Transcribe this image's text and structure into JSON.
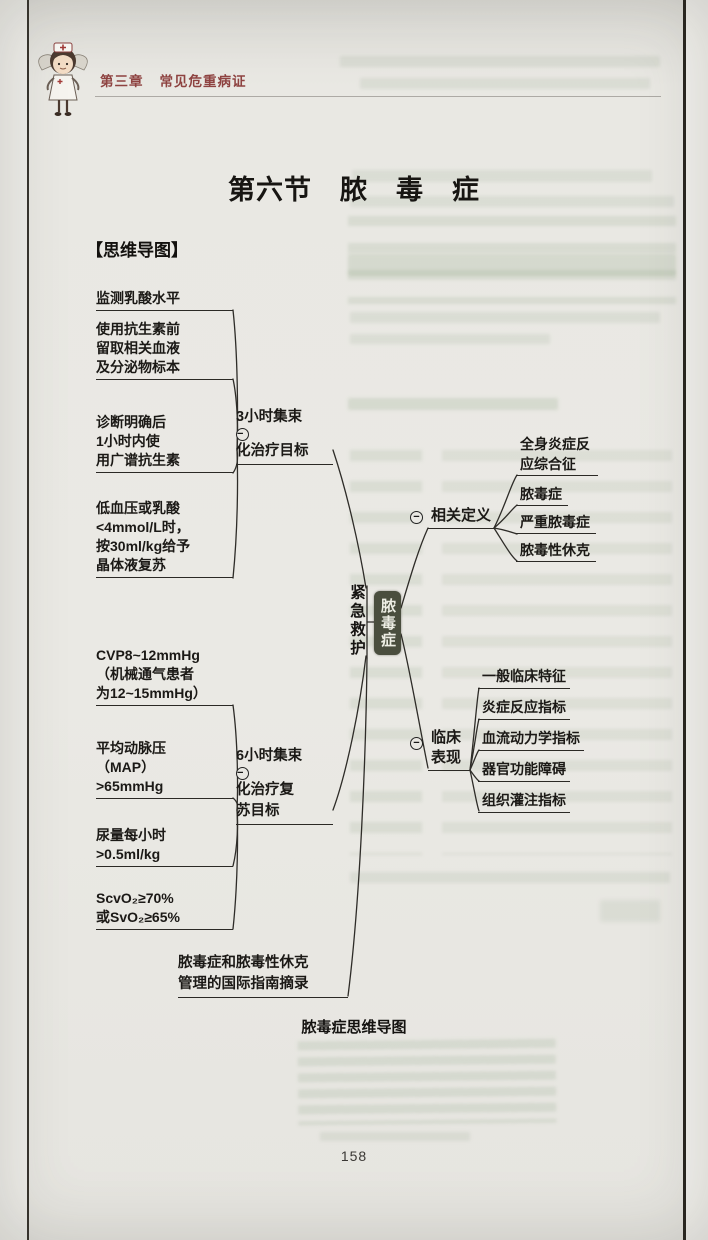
{
  "header": {
    "chapter": "第三章",
    "chapter_title": "常见危重病证"
  },
  "title": "第六节　脓　毒　症",
  "mindmap_label": "【思维导图】",
  "caption": "脓毒症思维导图",
  "page_number": "158",
  "icons": {
    "minus": "−"
  },
  "mindmap": {
    "root": "脓毒症",
    "urgent": "紧急救护",
    "b3": {
      "node": [
        "3小时集束",
        "化治疗目标"
      ],
      "leaves": [
        [
          "监测乳酸水平"
        ],
        [
          "使用抗生素前",
          "留取相关血液",
          "及分泌物标本"
        ],
        [
          "诊断明确后",
          "1小时内使",
          "用广谱抗生素"
        ],
        [
          "低血压或乳酸",
          "<4mmol/L时，",
          "按30ml/kg给予",
          "晶体液复苏"
        ]
      ]
    },
    "b6": {
      "node": [
        "6小时集束",
        "化治疗复",
        "苏目标"
      ],
      "leaves": [
        [
          "CVP8~12mmHg",
          "（机械通气患者",
          "为12~15mmHg）"
        ],
        [
          "平均动脉压",
          "（MAP）",
          ">65mmHg"
        ],
        [
          "尿量每小时",
          ">0.5ml/kg"
        ],
        [
          "ScvO₂≥70%",
          "或SvO₂≥65%"
        ]
      ]
    },
    "guideline": [
      "脓毒症和脓毒性休克",
      "管理的国际指南摘录"
    ],
    "defs": {
      "node": "相关定义",
      "leaves": [
        [
          "全身炎症反",
          "应综合征"
        ],
        [
          "脓毒症"
        ],
        [
          "严重脓毒症"
        ],
        [
          "脓毒性休克"
        ]
      ]
    },
    "clin": {
      "node": [
        "临床",
        "表现"
      ],
      "leaves": [
        [
          "一般临床特征"
        ],
        [
          "炎症反应指标"
        ],
        [
          "血流动力学指标"
        ],
        [
          "器官功能障碍"
        ],
        [
          "组织灌注指标"
        ]
      ]
    }
  }
}
